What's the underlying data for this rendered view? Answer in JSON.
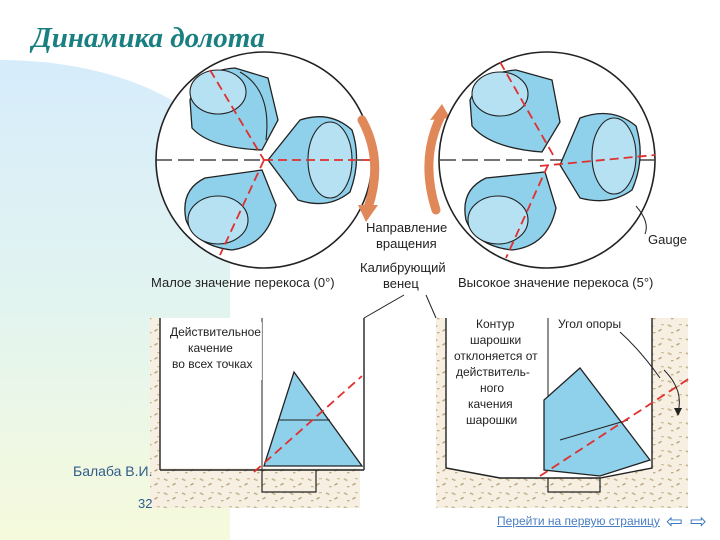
{
  "title": "Динамика долота",
  "labels": {
    "rotation_1": "Направление",
    "rotation_2": "вращения",
    "gauge": "Gauge",
    "low_skew": "Малое значение перекоса (0°)",
    "calib_1": "Калибрующий",
    "calib_2": "венец",
    "high_skew": "Высокое значение перекоса (5°)",
    "actual_1": "Действительное",
    "actual_2": "качение",
    "actual_3": "во всех точках",
    "deviate_1": "Контур",
    "deviate_2": "шарошки",
    "deviate_3": "отклоняется от",
    "deviate_4": "действитель-",
    "deviate_5": "ного",
    "deviate_6": "качения",
    "deviate_7": "шарошки",
    "angle": "Угол опоры"
  },
  "footer": {
    "author": "Балаба В.И.",
    "page": "32",
    "first_page_link": "Перейти на первую страницу"
  },
  "colors": {
    "title": "#1a7f80",
    "cone_fill": "#8fd0ea",
    "centerline": "#e03030",
    "arrow": "#e0885a"
  },
  "icons": {
    "prev": "back-arrow-icon",
    "next": "forward-arrow-icon"
  }
}
